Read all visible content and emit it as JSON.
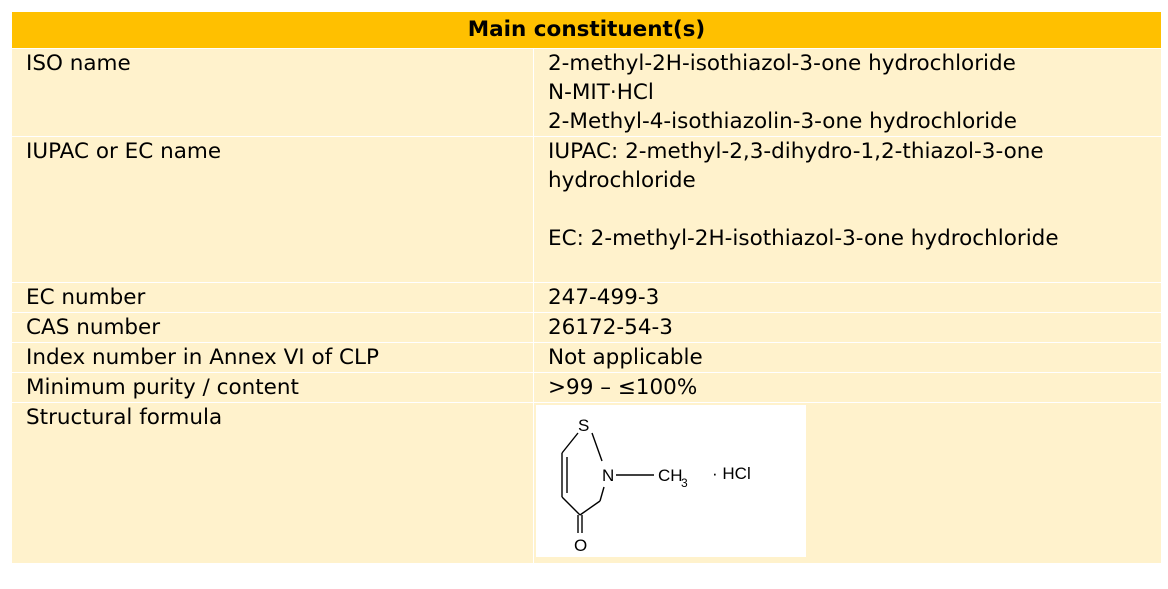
{
  "table": {
    "header": "Main constituent(s)",
    "rows": [
      {
        "label": "ISO name",
        "values": [
          "2-methyl-2H-isothiazol-3-one hydrochloride",
          "N-MIT·HCl",
          "2-Methyl-4-isothiazolin-3-one hydrochloride"
        ]
      },
      {
        "label": "IUPAC or EC name",
        "values": [
          "IUPAC: 2-methyl-2,3-dihydro-1,2-thiazol-3-one hydrochloride",
          "EC: 2-methyl-2H-isothiazol-3-one hydrochloride"
        ]
      },
      {
        "label": "EC number",
        "value": "247-499-3"
      },
      {
        "label": "CAS number",
        "value": "26172-54-3"
      },
      {
        "label": "Index number in Annex VI of CLP",
        "value": "Not applicable"
      },
      {
        "label": "Minimum purity / content",
        "value": ">99 – ≤100%"
      },
      {
        "label": "Structural formula"
      }
    ],
    "formula": {
      "s": "S",
      "n": "N",
      "o": "O",
      "ch": "CH",
      "sub": "3",
      "salt": "· HCl"
    }
  },
  "colors": {
    "header": "#ffc000",
    "row": "#fff2cc"
  }
}
